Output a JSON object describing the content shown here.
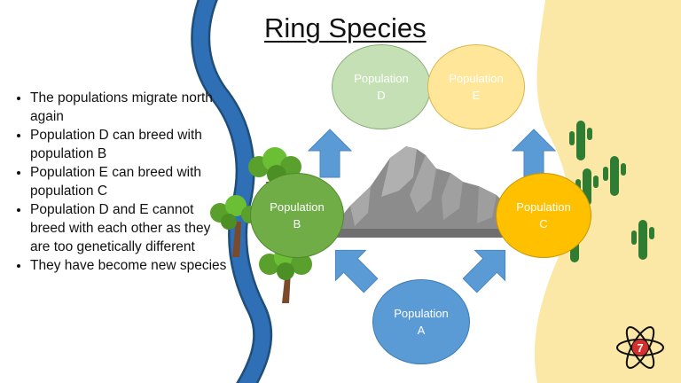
{
  "slide": {
    "title": "Ring Species",
    "bullets": [
      "The populations migrate north again",
      "Population D can breed with population B",
      "Population E can breed with population C",
      "Population D and E cannot breed with each other as they are too genetically different",
      "They have become new species"
    ]
  },
  "populations": {
    "a": {
      "line1": "Population",
      "line2": "A"
    },
    "b": {
      "line1": "Population",
      "line2": "B"
    },
    "c": {
      "line1": "Population",
      "line2": "C"
    },
    "d": {
      "line1": "Population",
      "line2": "D"
    },
    "e": {
      "line1": "Population",
      "line2": "E"
    }
  },
  "logo": {
    "text": "7"
  },
  "colors": {
    "river": "#2e6fb5",
    "desert": "#fbe8a6",
    "arrow": "#5b9bd5",
    "pop_a": "#5b9bd5",
    "pop_b": "#70ad47",
    "pop_c": "#ffc000",
    "pop_d": "#c5e0b4",
    "pop_e": "#ffe699",
    "cactus": "#2e7d32",
    "mountain": "#8c8c8c",
    "logo_red": "#d32f2f"
  }
}
